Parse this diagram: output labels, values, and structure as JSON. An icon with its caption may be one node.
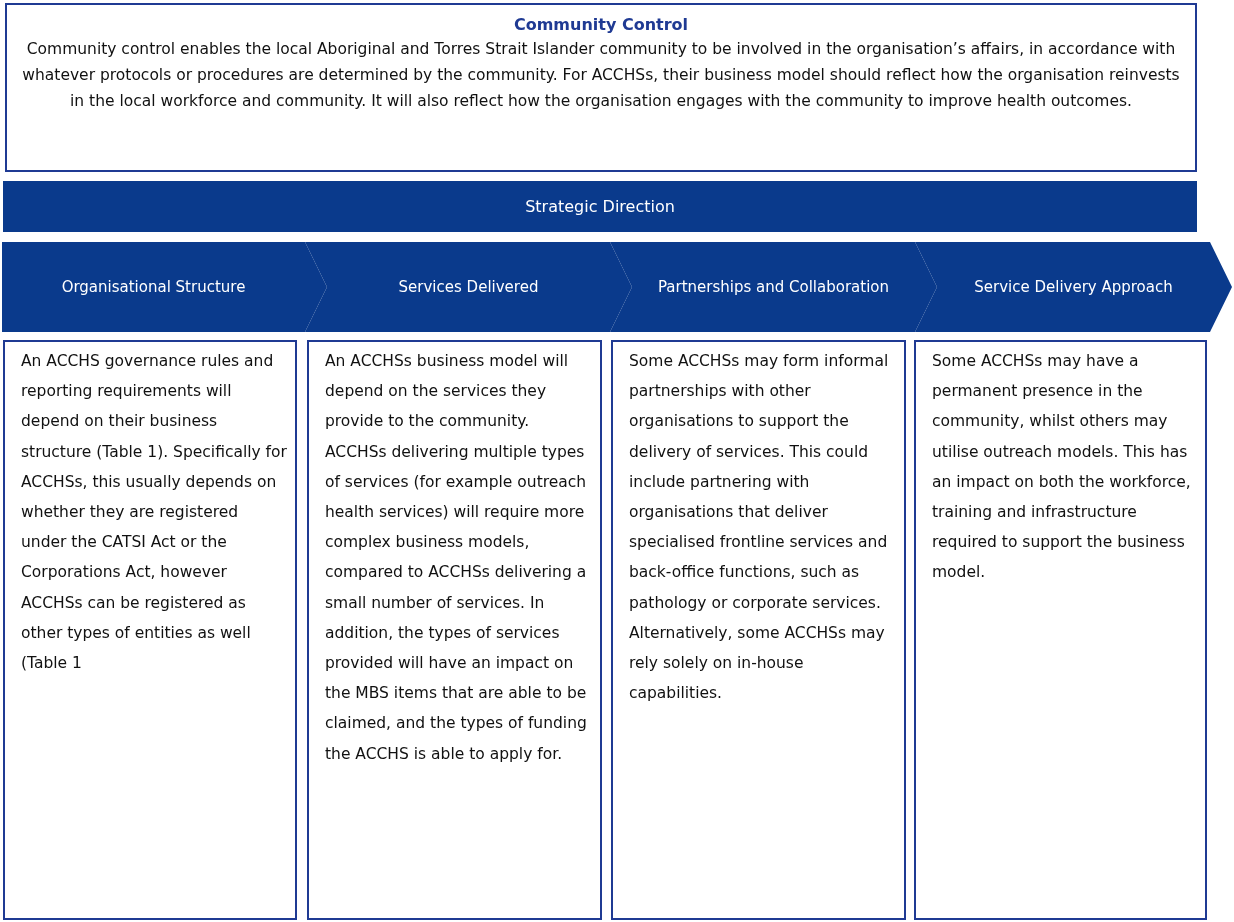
{
  "diagram": {
    "nodes": [
      {
        "text": [
          "Community Control",
          "Community control enables the local Aboriginal and Torres Strait Islander community to be involved in the organisation’s affairs,  in accordance with whatever protocols or procedures are determined by the community. For ACCHSs, their business model should reflect how the organisation reinvests in the local workforce and community. It will also reflect how the organisation engages with the community to improve health outcomes."
        ]
      },
      {
        "text": [
          "Strategic Direction"
        ]
      },
      {
        "text": [
          "Organisational Structure"
        ]
      },
      {
        "text": [
          "Services Delivered"
        ]
      },
      {
        "text": [
          "Partnerships and Collaboration"
        ]
      },
      {
        "text": [
          "Service Delivery Approach"
        ]
      },
      {
        "text": [
          "An ACCHS governance rules and reporting requirements will depend on their business structure (Table 1). Specifically for ACCHSs, this usually depends on whether they are registered under the CATSI Act or the Corporations Act, however ACCHSs can be registered as other types of entities as well (Table 1"
        ]
      },
      {
        "text": [
          "An ACCHSs business model will depend on the services they provide to the community. ACCHSs delivering multiple types of services (for example outreach health services) will require more complex business models, compared to ACCHSs delivering a small number of services. In addition, the types of services provided will have an impact on the MBS items that are able to be claimed, and the types of funding the ACCHS is able to apply for."
        ]
      },
      {
        "text": [
          "Some ACCHSs may form informal partnerships with other organisations to support the delivery of services. This could include partnering with organisations that deliver specialised frontline services and back-office functions, such as pathology or corporate services. Alternatively, some ACCHSs may rely solely on in-house capabilities."
        ]
      },
      {
        "text": [
          "Some ACCHSs may have a permanent presence in the community, whilst others may utilise outreach models. This has an impact on both the workforce, training and infrastructure required to support the business model."
        ]
      }
    ],
    "edges": []
  }
}
